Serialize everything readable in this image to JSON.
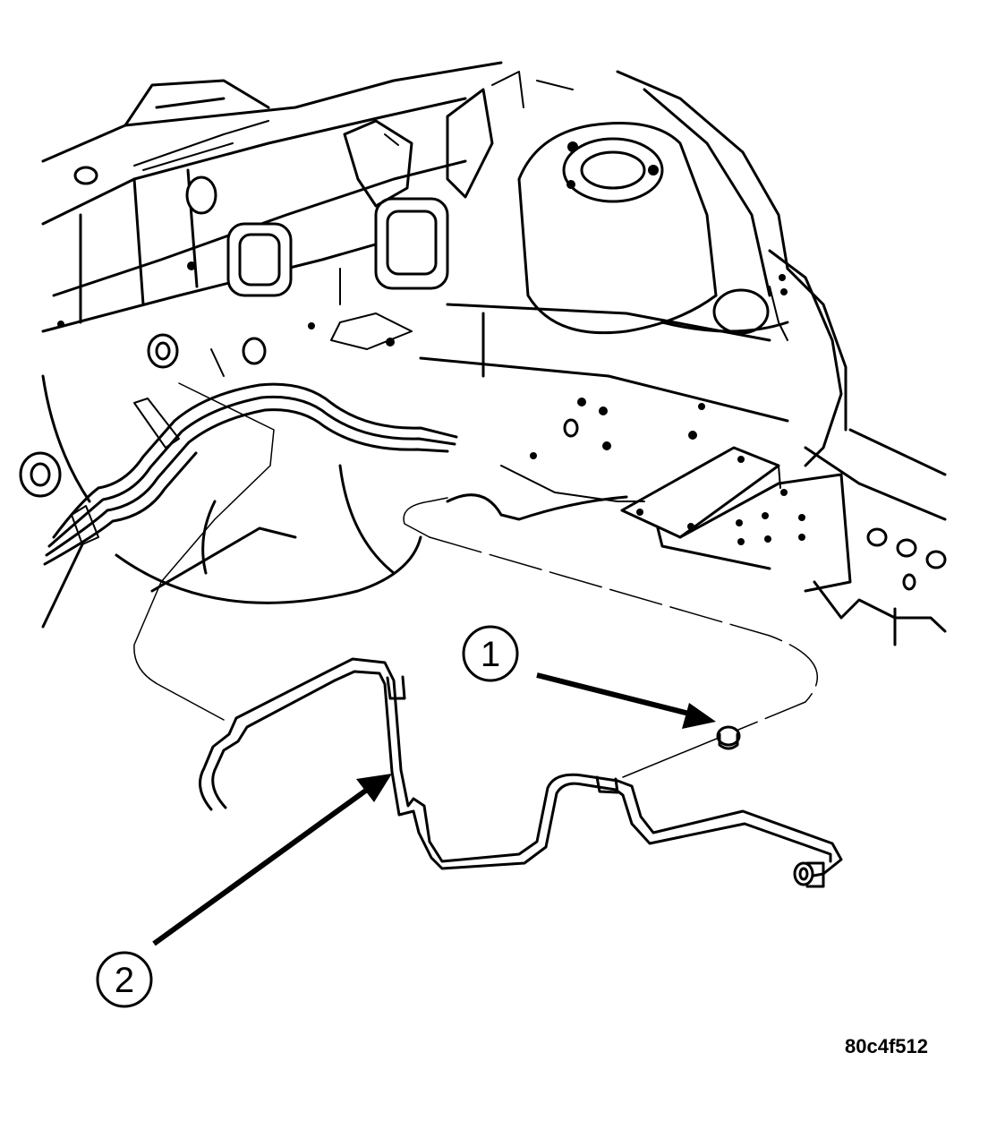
{
  "callouts": [
    {
      "id": "1",
      "label": "1"
    },
    {
      "id": "2",
      "label": "2"
    }
  ],
  "figure_id": "80c4f512"
}
